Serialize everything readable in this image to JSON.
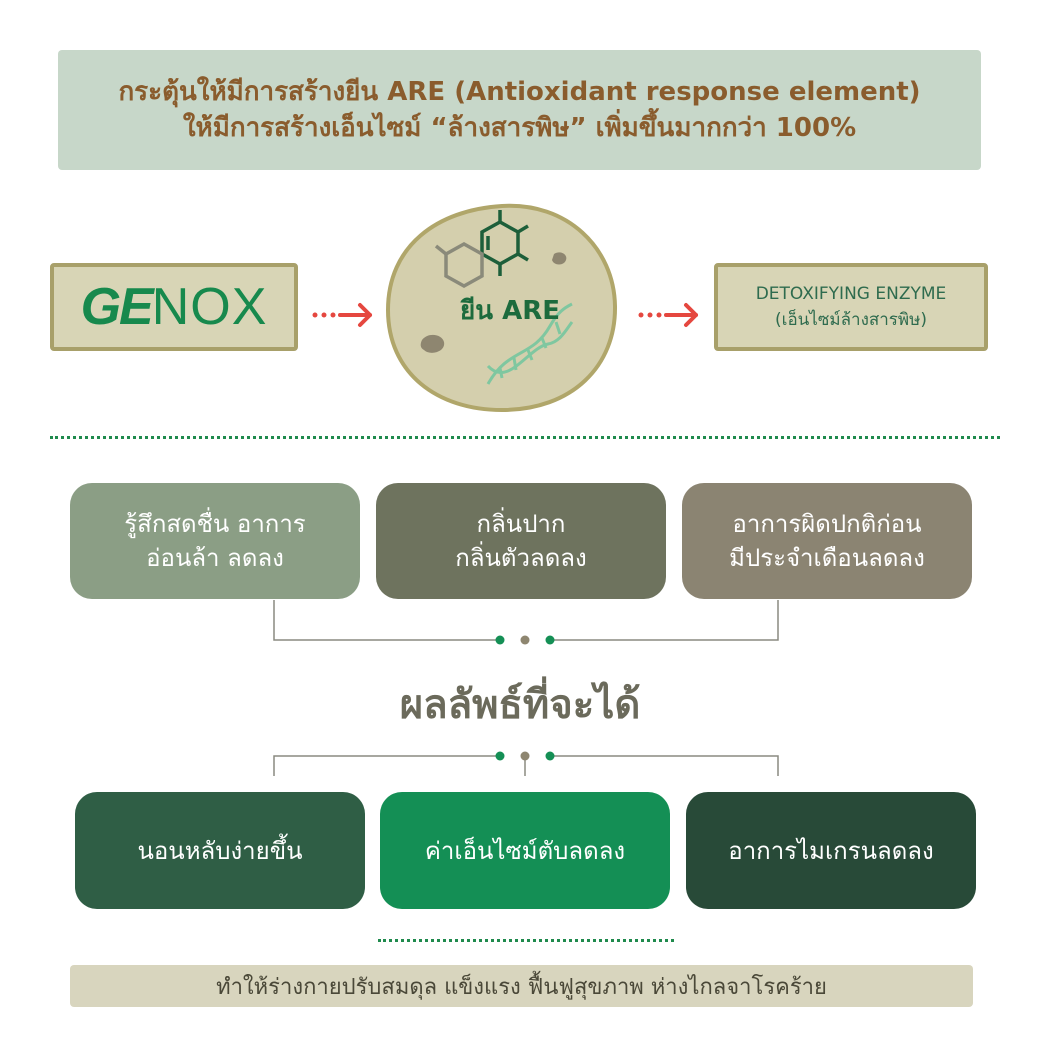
{
  "header": {
    "line1": "กระตุ้นให้มีการสร้างยีน ARE (Antioxidant response element)",
    "line2": "ให้มีการสร้างเอ็นไซม์ “ล้างสารพิษ” เพิ่มขึ้นมากกว่า 100%"
  },
  "brand": {
    "strong": "GE",
    "light": "NOX"
  },
  "cell": {
    "label": "ยีน ARE"
  },
  "output": {
    "line1": "DETOXIFYING ENZYME",
    "line2": "(เอ็นไซม์ล้างสารพิษ)"
  },
  "benefits_top": [
    {
      "line1": "รู้สึกสดชื่น อาการ",
      "line2": "อ่อนล้า ลดลง",
      "color": "#8b9e85"
    },
    {
      "line1": "กลิ่นปาก",
      "line2": "กลิ่นตัวลดลง",
      "color": "#6e735e"
    },
    {
      "line1": "อาการผิดปกติก่อน",
      "line2": "มีประจำเดือนลดลง",
      "color": "#8b8472"
    }
  ],
  "results_title": "ผลลัพธ์ที่จะได้",
  "benefits_bottom": [
    {
      "label": "นอนหลับง่ายขึ้น",
      "color": "#2f5e45"
    },
    {
      "label": "ค่าเอ็นไซม์ตับลดลง",
      "color": "#148f55"
    },
    {
      "label": "อาการไมเกรนลดลง",
      "color": "#284a38"
    }
  ],
  "footer": "ทำให้ร่างกายปรับสมดุล แข็งแรง ฟื้นฟูสุขภาพ ห่างไกลจาโรคร้าย",
  "colors": {
    "accent_green": "#17894d",
    "arrow_red": "#e5473f",
    "header_bg": "#c7d7c9",
    "header_text": "#8a5c2d"
  }
}
